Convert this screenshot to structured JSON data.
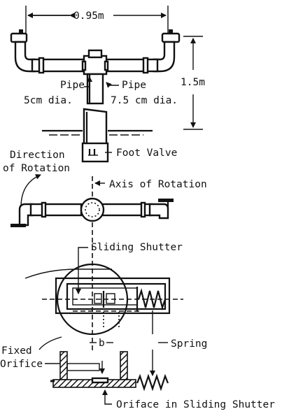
{
  "labels": {
    "span_dim": "0.95m",
    "height_dim": "1.5m",
    "pipe_left": "Pipe",
    "pipe_left_dia": "5cm dia.",
    "pipe_right": "Pipe",
    "pipe_right_dia": "7.5 cm dia.",
    "foot_valve": "Foot Valve",
    "direction_line1": "Direction",
    "direction_line2": "of Rotation",
    "axis": "Axis of Rotation",
    "sliding_shutter": "Sliding Shutter",
    "spring": "Spring",
    "fixed_line1": "Fixed",
    "fixed_line2": "Orifice",
    "b_label": "b",
    "orifice_shutter": "Oriface in Sliding Shutter"
  }
}
